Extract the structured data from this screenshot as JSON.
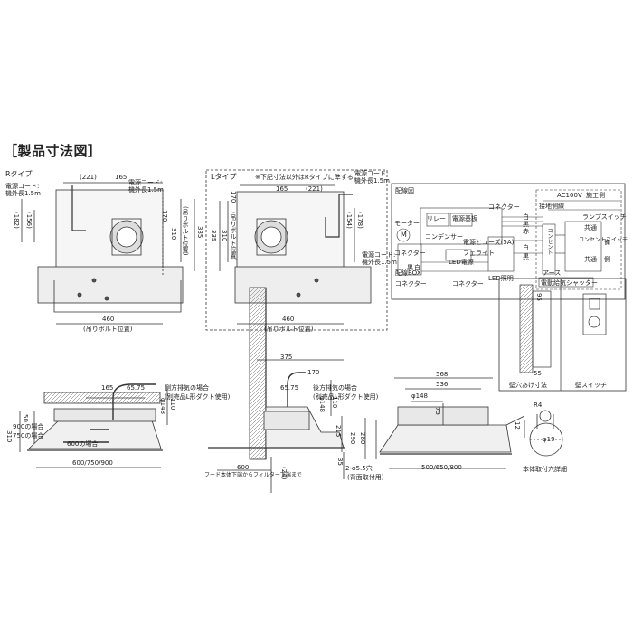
{
  "title": "［製品寸法図］",
  "r_type": {
    "name": "Rタイプ",
    "cord": "電源コード:\n機外長1.5m",
    "cord_left": "電源コード:\n機外長1.5m",
    "dims": [
      "(221)",
      "165",
      "(182)",
      "(156)",
      "170",
      "310",
      "335",
      "460"
    ],
    "bolt_side": "(吊りボルト位置)",
    "bolt_bottom": "(吊りボルト位置)"
  },
  "l_type": {
    "name": "Lタイプ",
    "note": "※下記寸法以外はRタイプに準ずる。",
    "cord": "電源コード:\n機外長1.5m",
    "cord_bottom": "電源コード:\n機外長1.5m",
    "dims": [
      "165",
      "(221)",
      "170",
      "335",
      "310",
      "(154)",
      "(178)",
      "460"
    ],
    "bolt_side": "(吊りボルト位置)",
    "bolt_bottom": "(吊りボルト位置)"
  },
  "wiring": {
    "title": "配線図",
    "labels": [
      "コネクター",
      "リレー",
      "電源基板",
      "モーター",
      "コンデンサー",
      "電源ヒューズ(5A)",
      "コネクター",
      "フェライト",
      "配線BOX",
      "コネクター",
      "LED電源",
      "コネクター",
      "LED照明",
      "電動給気シャッター",
      "AC100V",
      "接地側線",
      "施工側",
      "ランプスイッチ",
      "コンセント",
      "共通",
      "コンセントスイッチ",
      "備",
      "共通",
      "側",
      "アース",
      "白",
      "黒",
      "赤",
      "白",
      "黒",
      "黒",
      "白",
      "M"
    ]
  },
  "wall_hole": {
    "dims": [
      "95",
      "55"
    ],
    "caption": "壁穴あけ寸法"
  },
  "wall_switch": {
    "caption": "壁スイッチ"
  },
  "side_view": {
    "dims": [
      "165",
      "65.75",
      "φ148",
      "110",
      "310",
      "50",
      "600/750/900"
    ],
    "labels": [
      "側方排気の場合",
      "(別売品L形ダクト使用)",
      "900の場合",
      "750の場合",
      "600の場合"
    ]
  },
  "front_view": {
    "dims": [
      "375",
      "170",
      "65.75",
      "φ148",
      "110",
      "215",
      "600",
      "35",
      "(24)"
    ],
    "labels": [
      "後方排気の場合",
      "(別売品L形ダクト使用)",
      "フード本体下端からフィルター下端まで"
    ]
  },
  "top_view": {
    "dims": [
      "568",
      "536",
      "φ148",
      "75",
      "290",
      "280",
      "2-φ5.5穴",
      "(背面取付用)",
      "500/650/800"
    ]
  },
  "mount_hole": {
    "dims": [
      "R4",
      "12",
      "φ19"
    ],
    "caption": "本体取付穴詳細"
  }
}
